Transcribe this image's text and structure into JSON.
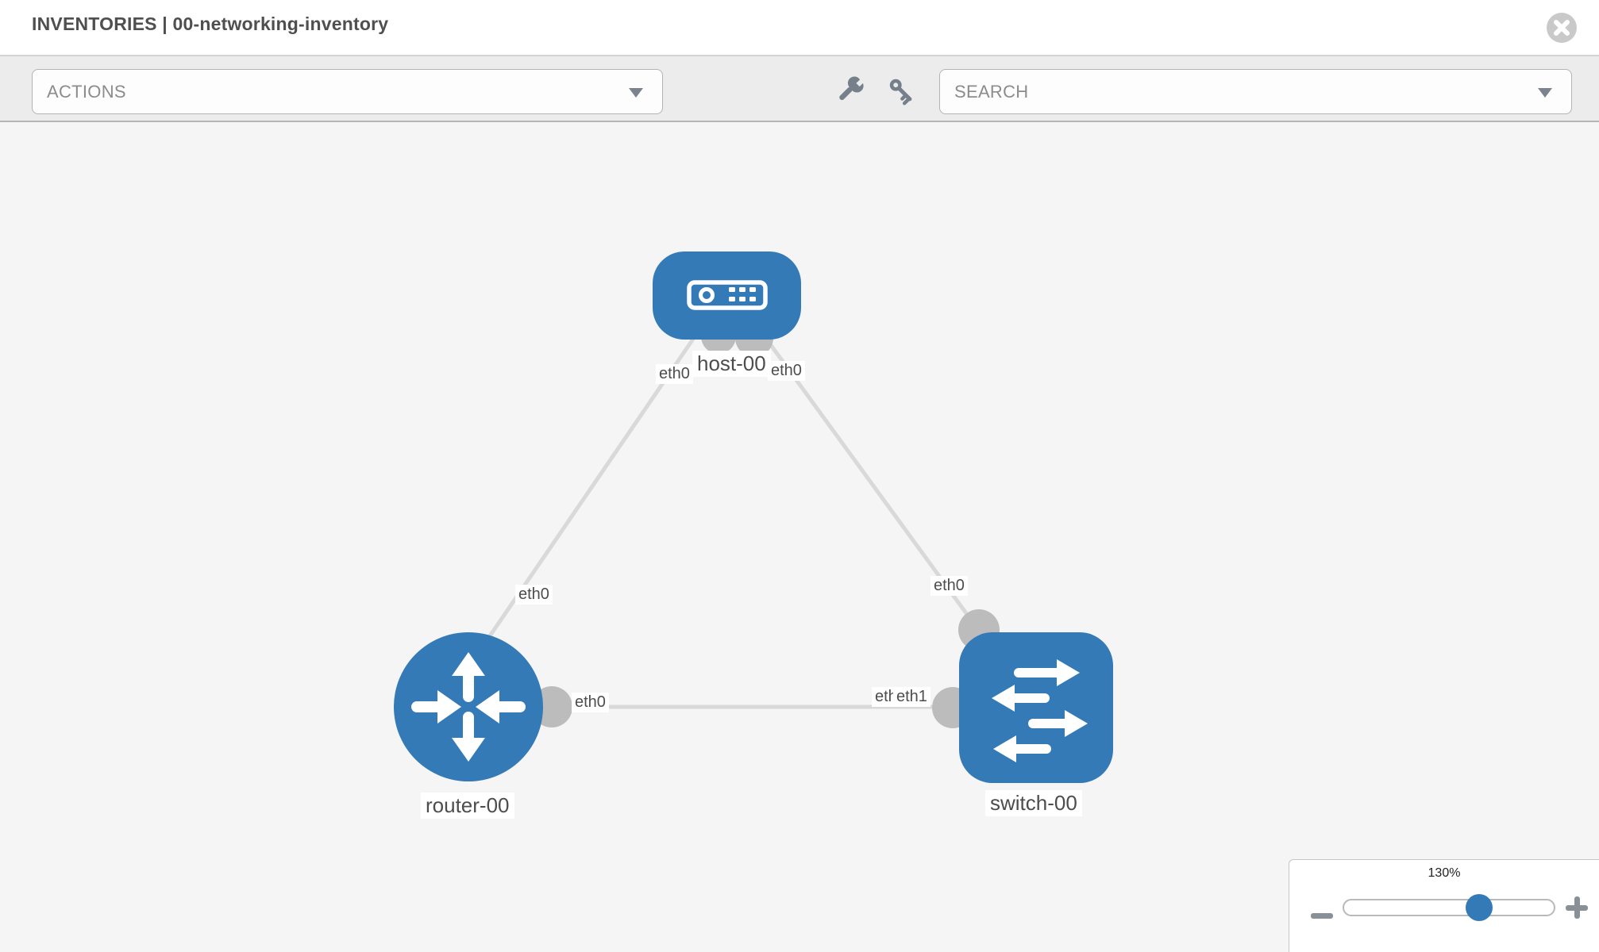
{
  "header": {
    "title": "INVENTORIES | 00-networking-inventory"
  },
  "toolbar": {
    "actions_placeholder": "ACTIONS",
    "search_placeholder": "SEARCH"
  },
  "diagram": {
    "nodes": [
      {
        "id": "host-00",
        "type": "host",
        "label": "host-00"
      },
      {
        "id": "router-00",
        "type": "router",
        "label": "router-00"
      },
      {
        "id": "switch-00",
        "type": "switch",
        "label": "switch-00"
      }
    ],
    "links": [
      {
        "source": "host-00",
        "target": "router-00",
        "source_label": "eth0",
        "target_label": "eth0"
      },
      {
        "source": "host-00",
        "target": "switch-00",
        "source_label": "eth0",
        "target_label": "eth0"
      },
      {
        "source": "router-00",
        "target": "switch-00",
        "source_label": "eth0",
        "target_label": "eth1",
        "overlapped_label": "eth0"
      }
    ]
  },
  "zoom_control": {
    "level": "130%"
  },
  "colors": {
    "node_blue": "#337ab7",
    "edge_gray": "#d9d9d9",
    "connector_gray": "#bcbcbc",
    "canvas_bg": "#f5f5f5",
    "toolbar_bg": "#ececec"
  }
}
